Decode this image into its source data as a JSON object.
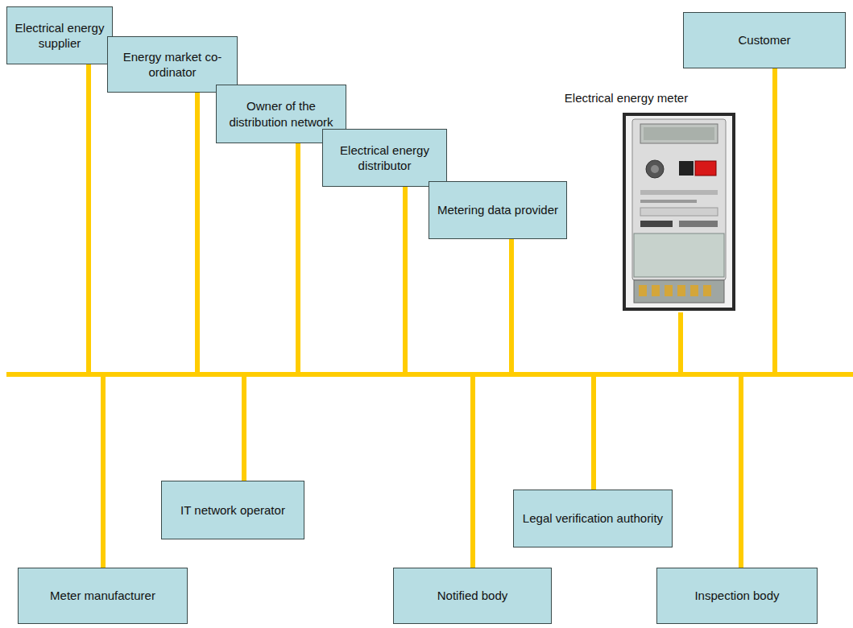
{
  "diagram": {
    "nodes": [
      {
        "text": [
          "Electrical energy supplier"
        ]
      },
      {
        "text": [
          "Energy market co-ordinator"
        ]
      },
      {
        "text": [
          "Owner of the distribution network"
        ]
      },
      {
        "text": [
          "Electrical energy distributor"
        ]
      },
      {
        "text": [
          "Metering data provider"
        ]
      },
      {
        "text": [
          "Electrical energy meter"
        ]
      },
      {
        "text": [
          "Customer"
        ]
      },
      {
        "text": [
          "Meter manufacturer"
        ]
      },
      {
        "text": [
          "IT network operator"
        ]
      },
      {
        "text": [
          "Notified body"
        ]
      },
      {
        "text": [
          "Legal verification authority"
        ]
      },
      {
        "text": [
          "Inspection body"
        ]
      }
    ],
    "edges": [
      {
        "from": 0,
        "to": 1,
        "arrow": "none"
      },
      {
        "from": 0,
        "to": 2,
        "arrow": "none"
      },
      {
        "from": 0,
        "to": 3,
        "arrow": "none"
      },
      {
        "from": 0,
        "to": 4,
        "arrow": "none"
      },
      {
        "from": 0,
        "to": 5,
        "arrow": "none"
      },
      {
        "from": 0,
        "to": 6,
        "arrow": "none"
      },
      {
        "from": 0,
        "to": 7,
        "arrow": "none"
      },
      {
        "from": 0,
        "to": 8,
        "arrow": "none"
      },
      {
        "from": 0,
        "to": 9,
        "arrow": "none"
      },
      {
        "from": 0,
        "to": 10,
        "arrow": "none"
      },
      {
        "from": 0,
        "to": 11,
        "arrow": "none"
      },
      {
        "from": 1,
        "to": 2,
        "arrow": "none"
      },
      {
        "from": 1,
        "to": 3,
        "arrow": "none"
      },
      {
        "from": 1,
        "to": 4,
        "arrow": "none"
      },
      {
        "from": 1,
        "to": 5,
        "arrow": "none"
      },
      {
        "from": 1,
        "to": 6,
        "arrow": "none"
      },
      {
        "from": 1,
        "to": 7,
        "arrow": "none"
      },
      {
        "from": 1,
        "to": 8,
        "arrow": "none"
      },
      {
        "from": 1,
        "to": 9,
        "arrow": "none"
      },
      {
        "from": 1,
        "to": 10,
        "arrow": "none"
      },
      {
        "from": 1,
        "to": 11,
        "arrow": "none"
      },
      {
        "from": 2,
        "to": 3,
        "arrow": "none"
      },
      {
        "from": 2,
        "to": 4,
        "arrow": "none"
      },
      {
        "from": 2,
        "to": 5,
        "arrow": "none"
      },
      {
        "from": 2,
        "to": 6,
        "arrow": "none"
      },
      {
        "from": 2,
        "to": 7,
        "arrow": "none"
      },
      {
        "from": 2,
        "to": 8,
        "arrow": "none"
      },
      {
        "from": 2,
        "to": 9,
        "arrow": "none"
      },
      {
        "from": 2,
        "to": 10,
        "arrow": "none"
      },
      {
        "from": 2,
        "to": 11,
        "arrow": "none"
      },
      {
        "from": 3,
        "to": 4,
        "arrow": "none"
      },
      {
        "from": 3,
        "to": 5,
        "arrow": "none"
      },
      {
        "from": 3,
        "to": 6,
        "arrow": "none"
      },
      {
        "from": 3,
        "to": 7,
        "arrow": "none"
      },
      {
        "from": 3,
        "to": 8,
        "arrow": "none"
      },
      {
        "from": 3,
        "to": 9,
        "arrow": "none"
      },
      {
        "from": 3,
        "to": 10,
        "arrow": "none"
      },
      {
        "from": 3,
        "to": 11,
        "arrow": "none"
      },
      {
        "from": 4,
        "to": 5,
        "arrow": "none"
      },
      {
        "from": 4,
        "to": 6,
        "arrow": "none"
      },
      {
        "from": 4,
        "to": 7,
        "arrow": "none"
      },
      {
        "from": 4,
        "to": 8,
        "arrow": "none"
      },
      {
        "from": 4,
        "to": 9,
        "arrow": "none"
      },
      {
        "from": 4,
        "to": 10,
        "arrow": "none"
      },
      {
        "from": 4,
        "to": 11,
        "arrow": "none"
      },
      {
        "from": 5,
        "to": 6,
        "arrow": "none"
      },
      {
        "from": 5,
        "to": 7,
        "arrow": "none"
      },
      {
        "from": 5,
        "to": 8,
        "arrow": "none"
      },
      {
        "from": 5,
        "to": 9,
        "arrow": "none"
      },
      {
        "from": 5,
        "to": 10,
        "arrow": "none"
      },
      {
        "from": 5,
        "to": 11,
        "arrow": "none"
      },
      {
        "from": 6,
        "to": 7,
        "arrow": "none"
      },
      {
        "from": 6,
        "to": 8,
        "arrow": "none"
      },
      {
        "from": 6,
        "to": 9,
        "arrow": "none"
      },
      {
        "from": 6,
        "to": 10,
        "arrow": "none"
      },
      {
        "from": 6,
        "to": 11,
        "arrow": "none"
      },
      {
        "from": 7,
        "to": 8,
        "arrow": "none"
      },
      {
        "from": 7,
        "to": 9,
        "arrow": "none"
      },
      {
        "from": 7,
        "to": 10,
        "arrow": "none"
      },
      {
        "from": 7,
        "to": 11,
        "arrow": "none"
      },
      {
        "from": 8,
        "to": 9,
        "arrow": "none"
      },
      {
        "from": 8,
        "to": 10,
        "arrow": "none"
      },
      {
        "from": 8,
        "to": 11,
        "arrow": "none"
      },
      {
        "from": 9,
        "to": 10,
        "arrow": "none"
      },
      {
        "from": 9,
        "to": 11,
        "arrow": "none"
      },
      {
        "from": 10,
        "to": 11,
        "arrow": "none"
      }
    ]
  }
}
